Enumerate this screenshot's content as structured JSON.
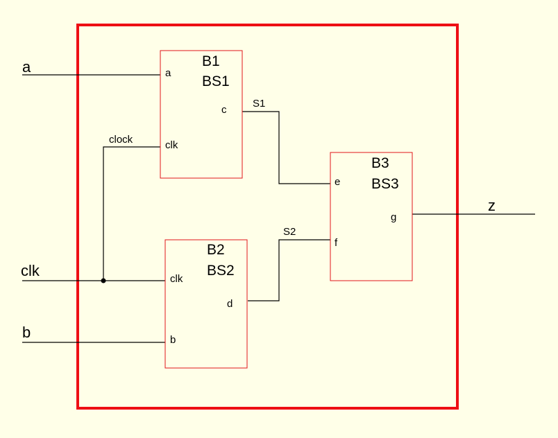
{
  "inputs": {
    "a": "a",
    "clk": "clk",
    "b": "b"
  },
  "output": {
    "z": "z"
  },
  "blocks": {
    "b1": {
      "name": "B1",
      "type": "BS1",
      "ports": {
        "a": "a",
        "clk": "clk",
        "c": "c"
      }
    },
    "b2": {
      "name": "B2",
      "type": "BS2",
      "ports": {
        "clk": "clk",
        "b": "b",
        "d": "d"
      }
    },
    "b3": {
      "name": "B3",
      "type": "BS3",
      "ports": {
        "e": "e",
        "f": "f",
        "g": "g"
      }
    }
  },
  "signals": {
    "s1": "S1",
    "s2": "S2",
    "clock": "clock"
  },
  "colors": {
    "background": "#ffffe8",
    "border": "#ee0f14",
    "block": "#e0141a",
    "wire": "#000000"
  }
}
